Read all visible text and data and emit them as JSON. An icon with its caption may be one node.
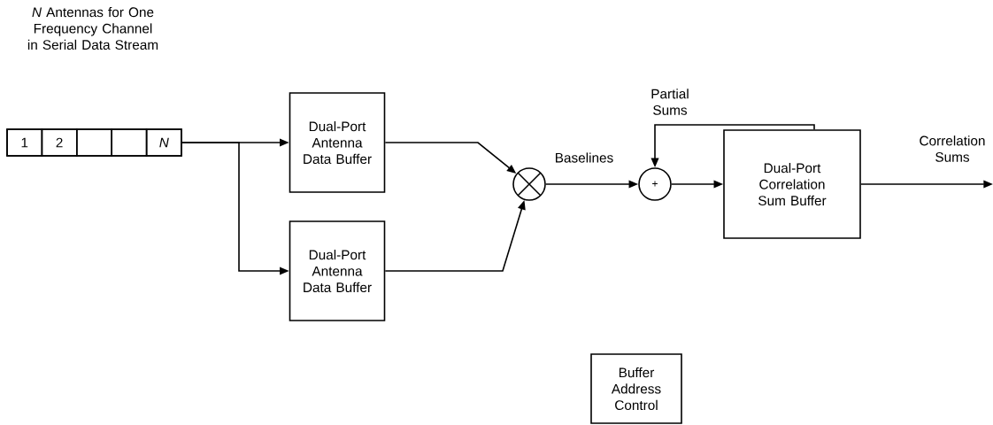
{
  "diagram": {
    "nodes": [
      {
        "text": [],
        "shape": "box"
      },
      {
        "text": [
          "1"
        ],
        "in": 0
      },
      {
        "text": [
          "2"
        ],
        "in": 0
      },
      {
        "text": [],
        "shape": "box",
        "in": 0
      },
      {
        "text": [],
        "shape": "box",
        "in": 0
      },
      {
        "text": [
          "N"
        ],
        "in": 0
      },
      {
        "text": [
          "Dual-Port Antenna Data Buffer"
        ]
      },
      {
        "text": [
          "Dual-Port Antenna Data Buffer"
        ]
      },
      {
        "text": [],
        "shape": "circle"
      },
      {
        "text": [
          "+"
        ]
      },
      {
        "text": [
          "Dual-Port Correlation Sum Buffer"
        ]
      },
      {
        "text": [
          "Buffer Address Control"
        ]
      }
    ],
    "edges": [
      {
        "from": 0,
        "to": 6,
        "arrow": "to"
      },
      {
        "from": 0,
        "to": 7,
        "arrow": "to"
      },
      {
        "from": 6,
        "to": 8,
        "arrow": "to"
      },
      {
        "from": 7,
        "to": 8,
        "arrow": "to"
      },
      {
        "from": 8,
        "to": 9,
        "arrow": "to",
        "label": "Baselines"
      },
      {
        "from": 10,
        "to": 9,
        "arrow": "to",
        "label": "Partial Sums"
      },
      {
        "from": 9,
        "to": 10,
        "arrow": "to"
      },
      {
        "from": 10,
        "to": null,
        "arrow": "to",
        "label": "Correlation Sums"
      }
    ],
    "labels": [
      "*N* Antennas for One Frequency Channel in Serial Data Stream"
    ]
  }
}
